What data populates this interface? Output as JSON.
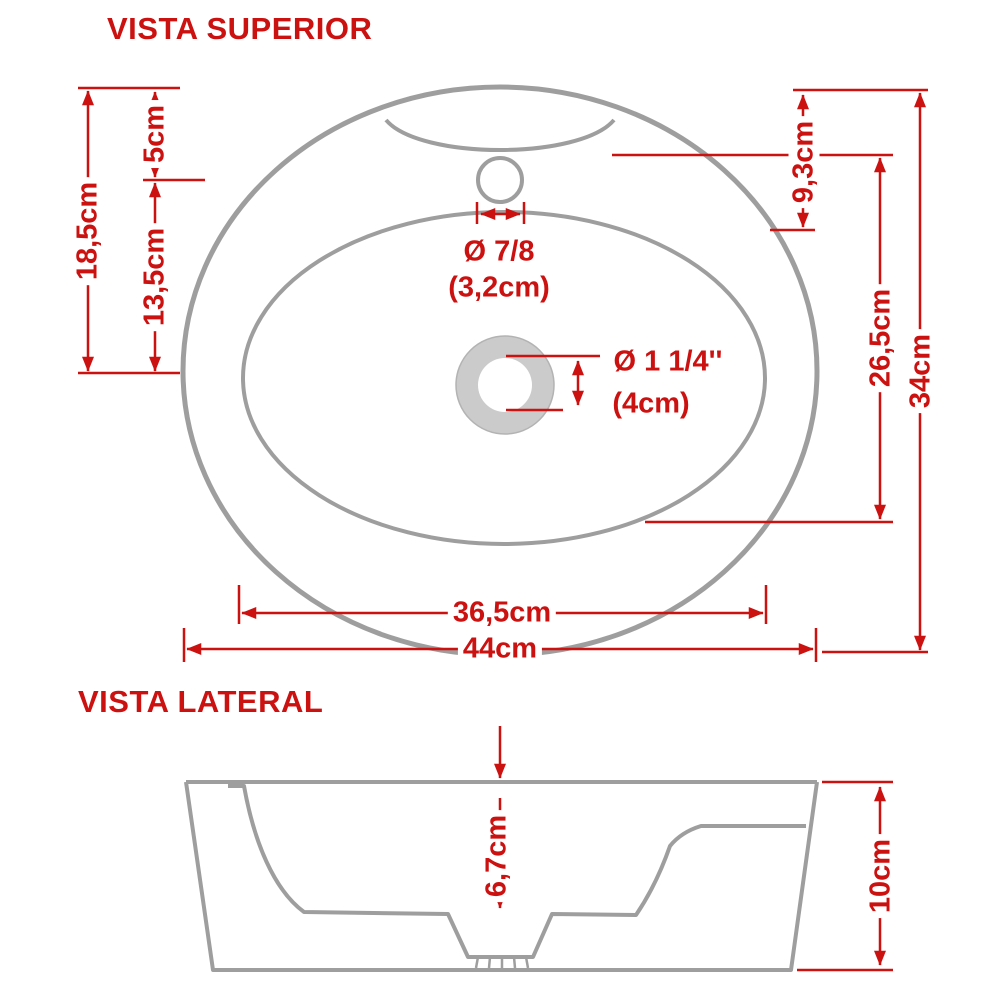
{
  "colors": {
    "dimension_red": "#cc1111",
    "line_gray": "#9e9e9e"
  },
  "top_view": {
    "title": "VISTA SUPERIOR",
    "dims": {
      "left_rim_to_drain": "18,5cm",
      "rim_to_faucet_hole": "5cm",
      "faucet_to_drain": "13,5cm",
      "rim_to_basin_rear": "9,3cm",
      "basin_length": "26,5cm",
      "overall_length": "34cm",
      "basin_width": "36,5cm",
      "overall_width": "44cm",
      "faucet_hole_inches": "Ø 7/8",
      "faucet_hole_cm": "(3,2cm)",
      "drain_inches": "Ø 1 1/4''",
      "drain_cm": "(4cm)"
    }
  },
  "side_view": {
    "title": "VISTA LATERAL",
    "dims": {
      "basin_depth": "6,7cm",
      "overall_height": "10cm"
    }
  }
}
